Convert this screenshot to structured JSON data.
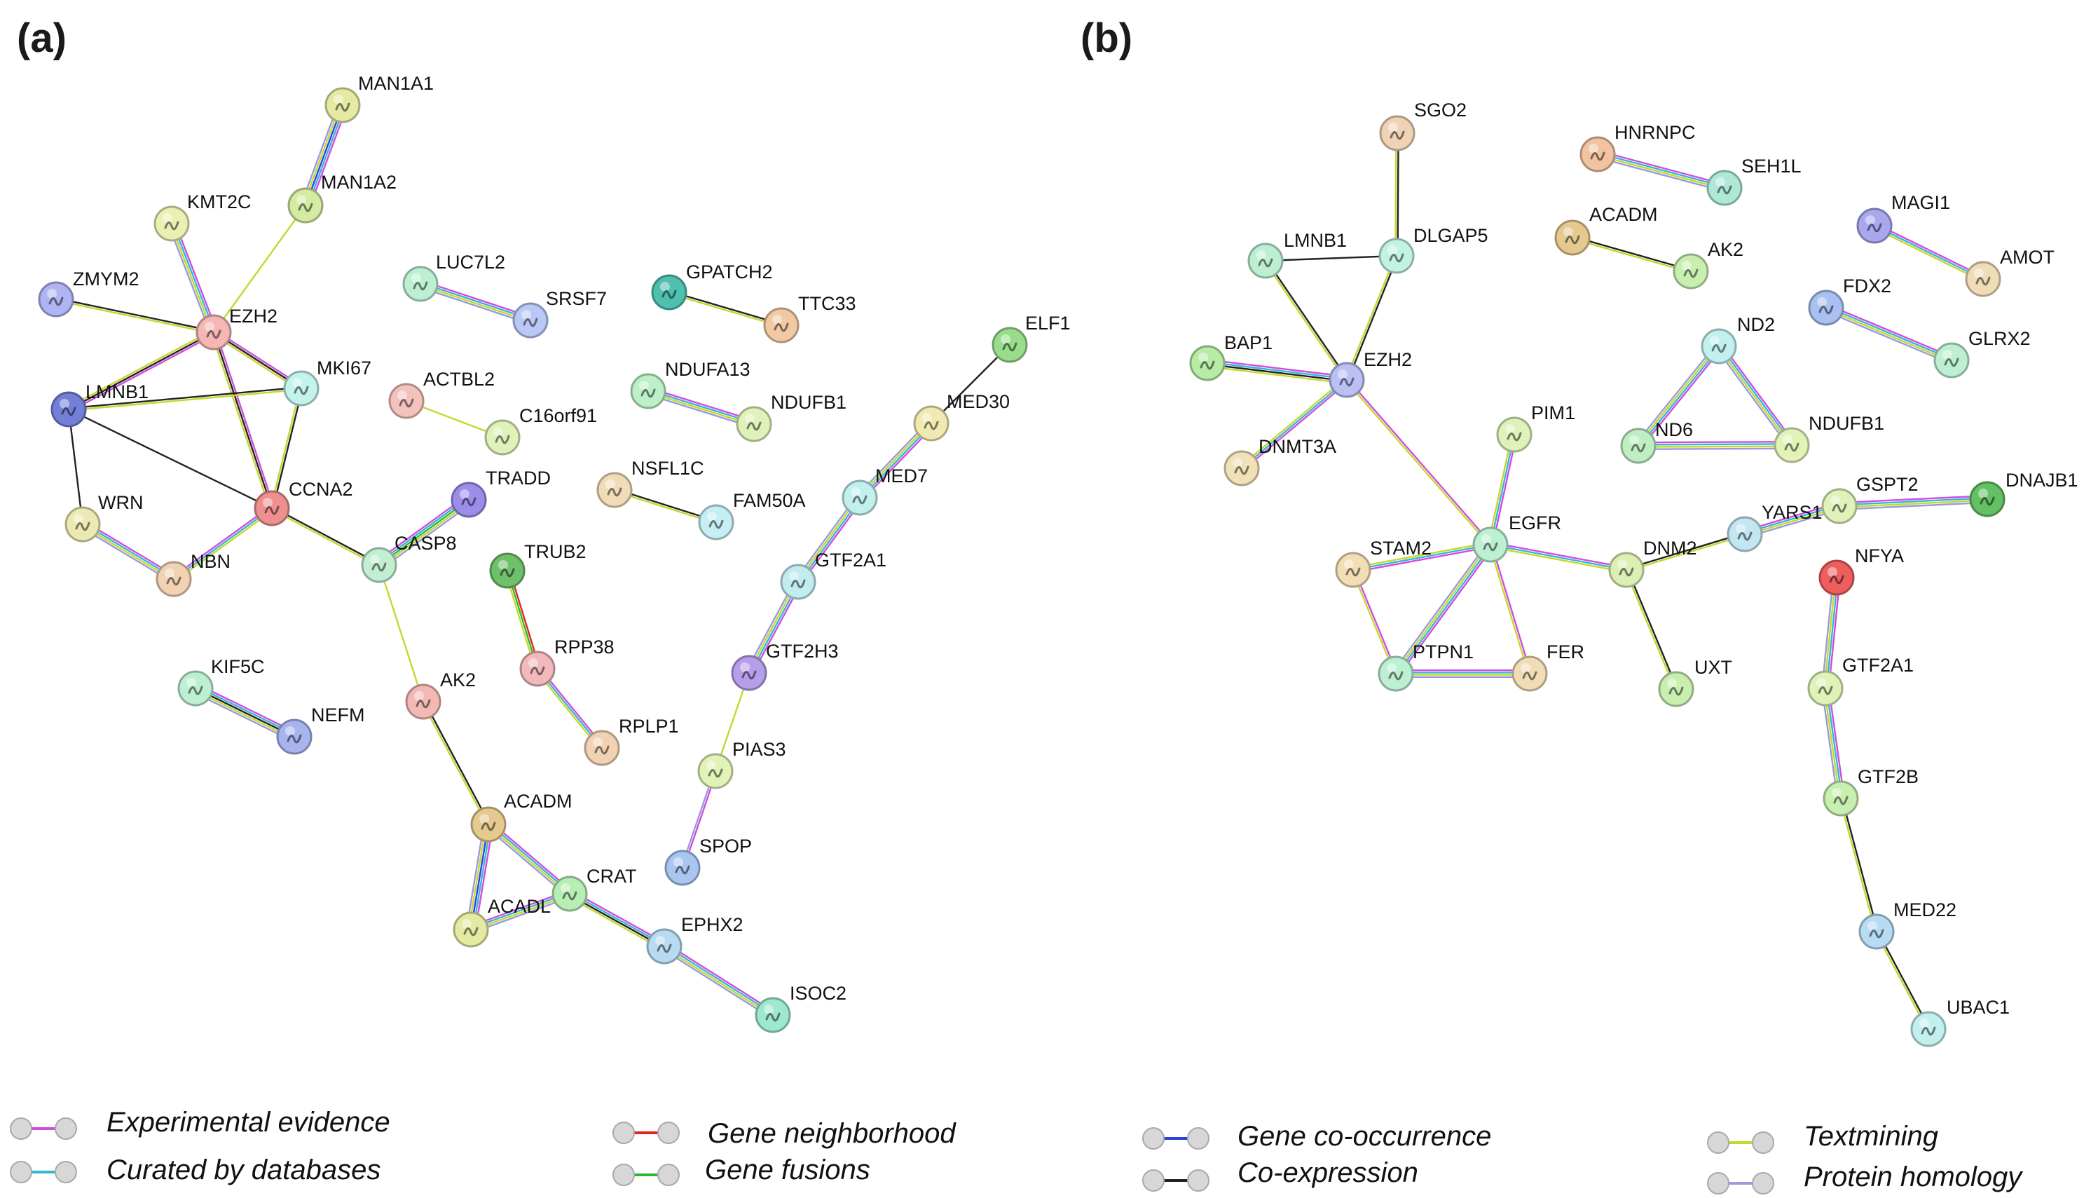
{
  "panels": [
    {
      "label": "(a)",
      "nodes": [
        {
          "id": "MAN1A1",
          "color": "#e4eaa2"
        },
        {
          "id": "MAN1A2",
          "color": "#d3eba2"
        },
        {
          "id": "KMT2C",
          "color": "#eaf0b3"
        },
        {
          "id": "ZMYM2",
          "color": "#b1b4f2"
        },
        {
          "id": "EZH2",
          "color": "#f4b7b3"
        },
        {
          "id": "MKI67",
          "color": "#c4f2ec"
        },
        {
          "id": "LMNB1",
          "color": "#7480d8"
        },
        {
          "id": "CCNA2",
          "color": "#ef8f8f"
        },
        {
          "id": "WRN",
          "color": "#ece9b2"
        },
        {
          "id": "NBN",
          "color": "#f1d3b4"
        },
        {
          "id": "LUC7L2",
          "color": "#bdf0d3"
        },
        {
          "id": "SRSF7",
          "color": "#b9c8f4"
        },
        {
          "id": "GPATCH2",
          "color": "#4fbfb0"
        },
        {
          "id": "TTC33",
          "color": "#f2c9a5"
        },
        {
          "id": "ACTBL2",
          "color": "#f4c2bd"
        },
        {
          "id": "C16orf91",
          "color": "#dff2b9"
        },
        {
          "id": "NDUFA13",
          "color": "#bdf0c6"
        },
        {
          "id": "NDUFB1",
          "color": "#dff2b9"
        },
        {
          "id": "TRADD",
          "color": "#9c8ee8"
        },
        {
          "id": "CASP8",
          "color": "#c2eed2"
        },
        {
          "id": "NSFL1C",
          "color": "#f1dcb8"
        },
        {
          "id": "FAM50A",
          "color": "#c6eef5"
        },
        {
          "id": "ELF1",
          "color": "#99dc8c"
        },
        {
          "id": "MED30",
          "color": "#f0e9b2"
        },
        {
          "id": "MED7",
          "color": "#c2f0ee"
        },
        {
          "id": "TRUB2",
          "color": "#6fc06a"
        },
        {
          "id": "RPP38",
          "color": "#f2b9bc"
        },
        {
          "id": "RPLP1",
          "color": "#f1d3b4"
        },
        {
          "id": "GTF2A1",
          "color": "#c2ecf0"
        },
        {
          "id": "GTF2H3",
          "color": "#b79ee8"
        },
        {
          "id": "KIF5C",
          "color": "#bdf0d3"
        },
        {
          "id": "NEFM",
          "color": "#a8b4ee"
        },
        {
          "id": "AK2",
          "color": "#f2b9b4"
        },
        {
          "id": "PIAS3",
          "color": "#e2f3b8"
        },
        {
          "id": "ACADM",
          "color": "#e6c98f"
        },
        {
          "id": "CRAT",
          "color": "#b8eeb4"
        },
        {
          "id": "SPOP",
          "color": "#a9c6f0"
        },
        {
          "id": "ACADL",
          "color": "#e4eaa2"
        },
        {
          "id": "EPHX2",
          "color": "#b7dbf2"
        },
        {
          "id": "ISOC2",
          "color": "#9fe8d0"
        }
      ],
      "edges": [
        {
          "from": "MAN1A1",
          "to": "MAN1A2",
          "evidence": [
            "experimental",
            "curated",
            "cooccurrence",
            "textmining",
            "homology"
          ]
        },
        {
          "from": "MAN1A2",
          "to": "EZH2",
          "evidence": [
            "textmining"
          ]
        },
        {
          "from": "KMT2C",
          "to": "EZH2",
          "evidence": [
            "experimental",
            "curated",
            "textmining",
            "homology"
          ]
        },
        {
          "from": "ZMYM2",
          "to": "EZH2",
          "evidence": [
            "coexpression",
            "textmining"
          ]
        },
        {
          "from": "EZH2",
          "to": "LMNB1",
          "evidence": [
            "experimental",
            "coexpression",
            "textmining"
          ]
        },
        {
          "from": "EZH2",
          "to": "MKI67",
          "evidence": [
            "experimental",
            "coexpression",
            "textmining"
          ]
        },
        {
          "from": "EZH2",
          "to": "CCNA2",
          "evidence": [
            "experimental",
            "coexpression",
            "textmining"
          ]
        },
        {
          "from": "LMNB1",
          "to": "MKI67",
          "evidence": [
            "coexpression",
            "textmining"
          ]
        },
        {
          "from": "LMNB1",
          "to": "CCNA2",
          "evidence": [
            "coexpression"
          ]
        },
        {
          "from": "LMNB1",
          "to": "WRN",
          "evidence": [
            "coexpression"
          ]
        },
        {
          "from": "MKI67",
          "to": "CCNA2",
          "evidence": [
            "coexpression",
            "textmining"
          ]
        },
        {
          "from": "WRN",
          "to": "NBN",
          "evidence": [
            "experimental",
            "curated",
            "textmining",
            "homology"
          ]
        },
        {
          "from": "NBN",
          "to": "CCNA2",
          "evidence": [
            "experimental",
            "curated",
            "textmining"
          ]
        },
        {
          "from": "CCNA2",
          "to": "CASP8",
          "evidence": [
            "coexpression",
            "textmining"
          ]
        },
        {
          "from": "CASP8",
          "to": "TRADD",
          "evidence": [
            "experimental",
            "curated",
            "fusion",
            "textmining",
            "homology"
          ]
        },
        {
          "from": "CASP8",
          "to": "AK2",
          "evidence": [
            "textmining"
          ]
        },
        {
          "from": "LUC7L2",
          "to": "SRSF7",
          "evidence": [
            "experimental",
            "curated",
            "textmining",
            "homology"
          ]
        },
        {
          "from": "GPATCH2",
          "to": "TTC33",
          "evidence": [
            "coexpression",
            "textmining"
          ]
        },
        {
          "from": "ACTBL2",
          "to": "C16orf91",
          "evidence": [
            "textmining"
          ]
        },
        {
          "from": "NDUFA13",
          "to": "NDUFB1",
          "evidence": [
            "experimental",
            "curated",
            "textmining",
            "homology"
          ]
        },
        {
          "from": "NSFL1C",
          "to": "FAM50A",
          "evidence": [
            "coexpression",
            "textmining"
          ]
        },
        {
          "from": "ELF1",
          "to": "MED30",
          "evidence": [
            "coexpression"
          ]
        },
        {
          "from": "MED30",
          "to": "MED7",
          "evidence": [
            "experimental",
            "curated",
            "textmining",
            "homology"
          ]
        },
        {
          "from": "MED7",
          "to": "GTF2A1",
          "evidence": [
            "experimental",
            "curated",
            "textmining",
            "homology"
          ]
        },
        {
          "from": "GTF2A1",
          "to": "GTF2H3",
          "evidence": [
            "experimental",
            "curated",
            "textmining",
            "homology"
          ]
        },
        {
          "from": "GTF2H3",
          "to": "PIAS3",
          "evidence": [
            "textmining"
          ]
        },
        {
          "from": "PIAS3",
          "to": "SPOP",
          "evidence": [
            "experimental",
            "homology"
          ]
        },
        {
          "from": "TRUB2",
          "to": "RPP38",
          "evidence": [
            "neighborhood",
            "fusion",
            "textmining"
          ]
        },
        {
          "from": "RPP38",
          "to": "RPLP1",
          "evidence": [
            "experimental",
            "curated",
            "textmining"
          ]
        },
        {
          "from": "KIF5C",
          "to": "NEFM",
          "evidence": [
            "experimental",
            "curated",
            "coexpression",
            "textmining",
            "homology"
          ]
        },
        {
          "from": "AK2",
          "to": "ACADM",
          "evidence": [
            "coexpression",
            "textmining"
          ]
        },
        {
          "from": "ACADM",
          "to": "ACADL",
          "evidence": [
            "experimental",
            "curated",
            "cooccurrence",
            "textmining",
            "homology"
          ]
        },
        {
          "from": "ACADM",
          "to": "CRAT",
          "evidence": [
            "experimental",
            "curated",
            "textmining",
            "homology"
          ]
        },
        {
          "from": "ACADL",
          "to": "CRAT",
          "evidence": [
            "experimental",
            "curated",
            "textmining",
            "homology"
          ]
        },
        {
          "from": "CRAT",
          "to": "EPHX2",
          "evidence": [
            "experimental",
            "curated",
            "coexpression",
            "textmining"
          ]
        },
        {
          "from": "EPHX2",
          "to": "ISOC2",
          "evidence": [
            "experimental",
            "curated",
            "textmining",
            "homology"
          ]
        }
      ]
    },
    {
      "label": "(b)",
      "nodes": [
        {
          "id": "SGO2",
          "color": "#f0d3b6"
        },
        {
          "id": "HNRNPC",
          "color": "#f2c3a0"
        },
        {
          "id": "SEH1L",
          "color": "#aee9d8"
        },
        {
          "id": "LMNB1",
          "color": "#bdf0d3"
        },
        {
          "id": "DLGAP5",
          "color": "#c2f2e2"
        },
        {
          "id": "ACADM",
          "color": "#e6c98f"
        },
        {
          "id": "AK2",
          "color": "#c9efb0"
        },
        {
          "id": "MAGI1",
          "color": "#a9a8ef"
        },
        {
          "id": "AMOT",
          "color": "#f1dcb8"
        },
        {
          "id": "FDX2",
          "color": "#a9c0f0"
        },
        {
          "id": "GLRX2",
          "color": "#bdf0d3"
        },
        {
          "id": "BAP1",
          "color": "#b7eca6"
        },
        {
          "id": "EZH2",
          "color": "#bac0f3"
        },
        {
          "id": "ND2",
          "color": "#c2f0ee"
        },
        {
          "id": "ND6",
          "color": "#bfeec2"
        },
        {
          "id": "NDUFB1",
          "color": "#e2f3b8"
        },
        {
          "id": "DNMT3A",
          "color": "#f1e1b8"
        },
        {
          "id": "PIM1",
          "color": "#dff2b9"
        },
        {
          "id": "GSPT2",
          "color": "#dff2b9"
        },
        {
          "id": "DNAJB1",
          "color": "#64c064"
        },
        {
          "id": "YARS1",
          "color": "#c2e6f2"
        },
        {
          "id": "EGFR",
          "color": "#bdf0d3"
        },
        {
          "id": "STAM2",
          "color": "#f2ddb4"
        },
        {
          "id": "DNM2",
          "color": "#dcf0b6"
        },
        {
          "id": "NFYA",
          "color": "#ee5e5e"
        },
        {
          "id": "PTPN1",
          "color": "#bdf0d3"
        },
        {
          "id": "FER",
          "color": "#f1dcb8"
        },
        {
          "id": "UXT",
          "color": "#c9efb0"
        },
        {
          "id": "GTF2A1",
          "color": "#dff2b9"
        },
        {
          "id": "GTF2B",
          "color": "#c9efb0"
        },
        {
          "id": "MED22",
          "color": "#b7dbf2"
        },
        {
          "id": "UBAC1",
          "color": "#c2f0ee"
        }
      ],
      "edges": [
        {
          "from": "SGO2",
          "to": "DLGAP5",
          "evidence": [
            "coexpression",
            "textmining"
          ]
        },
        {
          "from": "HNRNPC",
          "to": "SEH1L",
          "evidence": [
            "experimental",
            "curated",
            "textmining",
            "homology"
          ]
        },
        {
          "from": "ACADM",
          "to": "AK2",
          "evidence": [
            "coexpression",
            "textmining"
          ]
        },
        {
          "from": "MAGI1",
          "to": "AMOT",
          "evidence": [
            "experimental",
            "curated",
            "textmining"
          ]
        },
        {
          "from": "FDX2",
          "to": "GLRX2",
          "evidence": [
            "experimental",
            "curated",
            "textmining",
            "homology"
          ]
        },
        {
          "from": "LMNB1",
          "to": "DLGAP5",
          "evidence": [
            "coexpression"
          ]
        },
        {
          "from": "LMNB1",
          "to": "EZH2",
          "evidence": [
            "coexpression",
            "textmining"
          ]
        },
        {
          "from": "DLGAP5",
          "to": "EZH2",
          "evidence": [
            "coexpression",
            "textmining"
          ]
        },
        {
          "from": "BAP1",
          "to": "EZH2",
          "evidence": [
            "experimental",
            "curated",
            "coexpression",
            "textmining"
          ]
        },
        {
          "from": "EZH2",
          "to": "DNMT3A",
          "evidence": [
            "experimental",
            "curated",
            "textmining"
          ]
        },
        {
          "from": "EZH2",
          "to": "EGFR",
          "evidence": [
            "experimental",
            "textmining"
          ]
        },
        {
          "from": "ND2",
          "to": "ND6",
          "evidence": [
            "experimental",
            "curated",
            "textmining",
            "homology"
          ]
        },
        {
          "from": "ND2",
          "to": "NDUFB1",
          "evidence": [
            "experimental",
            "curated",
            "textmining",
            "homology"
          ]
        },
        {
          "from": "ND6",
          "to": "NDUFB1",
          "evidence": [
            "experimental",
            "curated",
            "textmining",
            "homology"
          ]
        },
        {
          "from": "PIM1",
          "to": "EGFR",
          "evidence": [
            "experimental",
            "curated",
            "textmining"
          ]
        },
        {
          "from": "EGFR",
          "to": "STAM2",
          "evidence": [
            "experimental",
            "curated",
            "textmining"
          ]
        },
        {
          "from": "EGFR",
          "to": "PTPN1",
          "evidence": [
            "experimental",
            "curated",
            "textmining",
            "homology"
          ]
        },
        {
          "from": "EGFR",
          "to": "FER",
          "evidence": [
            "experimental",
            "textmining"
          ]
        },
        {
          "from": "EGFR",
          "to": "DNM2",
          "evidence": [
            "experimental",
            "curated",
            "textmining"
          ]
        },
        {
          "from": "STAM2",
          "to": "PTPN1",
          "evidence": [
            "experimental",
            "textmining"
          ]
        },
        {
          "from": "PTPN1",
          "to": "FER",
          "evidence": [
            "experimental",
            "curated",
            "textmining",
            "homology"
          ]
        },
        {
          "from": "DNM2",
          "to": "YARS1",
          "evidence": [
            "coexpression",
            "textmining"
          ]
        },
        {
          "from": "DNM2",
          "to": "UXT",
          "evidence": [
            "coexpression",
            "textmining"
          ]
        },
        {
          "from": "YARS1",
          "to": "GSPT2",
          "evidence": [
            "experimental",
            "curated",
            "textmining",
            "homology"
          ]
        },
        {
          "from": "GSPT2",
          "to": "DNAJB1",
          "evidence": [
            "experimental",
            "curated",
            "textmining",
            "homology"
          ]
        },
        {
          "from": "NFYA",
          "to": "GTF2A1",
          "evidence": [
            "experimental",
            "curated",
            "textmining",
            "homology"
          ]
        },
        {
          "from": "GTF2A1",
          "to": "GTF2B",
          "evidence": [
            "experimental",
            "curated",
            "textmining",
            "homology"
          ]
        },
        {
          "from": "GTF2B",
          "to": "MED22",
          "evidence": [
            "coexpression",
            "textmining"
          ]
        },
        {
          "from": "MED22",
          "to": "UBAC1",
          "evidence": [
            "coexpression",
            "textmining"
          ]
        }
      ]
    }
  ],
  "legend": [
    {
      "key": "experimental",
      "label": "Experimental evidence",
      "color": "#d24be0"
    },
    {
      "key": "curated",
      "label": "Curated by databases",
      "color": "#36b5d8"
    },
    {
      "key": "neighborhood",
      "label": "Gene neighborhood",
      "color": "#e0261e"
    },
    {
      "key": "fusion",
      "label": "Gene fusions",
      "color": "#2eb82e"
    },
    {
      "key": "cooccurrence",
      "label": "Gene co-occurrence",
      "color": "#2c3fe0"
    },
    {
      "key": "coexpression",
      "label": "Co-expression",
      "color": "#222222"
    },
    {
      "key": "textmining",
      "label": "Textmining",
      "color": "#c4d82c"
    },
    {
      "key": "homology",
      "label": "Protein homology",
      "color": "#9a99de"
    }
  ]
}
